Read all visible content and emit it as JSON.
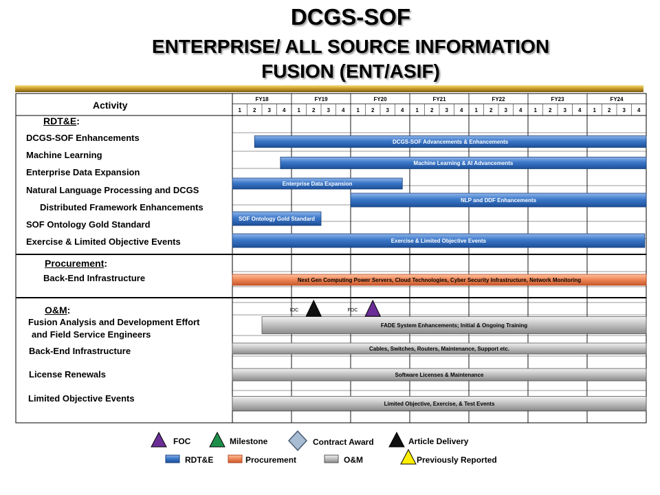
{
  "title": {
    "line1": "DCGS-SOF",
    "line2": "ENTERPRISE/ ALL SOURCE INFORMATION",
    "line3": "FUSION (ENT/ASIF)"
  },
  "header": {
    "activity": "Activity"
  },
  "colors": {
    "rdte": "#3b78c9",
    "procurement": "#f08a5a",
    "om": "#c4c4c4",
    "foc": "#6a2e96",
    "milestone": "#1d8f4a",
    "contract_award": "#a8bcd4",
    "article_delivery": "#111111",
    "previously_reported": "#ffee00"
  },
  "sections": {
    "rdte": "RDT&E",
    "procurement": "Procurement",
    "om": "O&M",
    "colon": ":"
  },
  "rows": {
    "r1": "DCGS-SOF Enhancements",
    "r2": "Machine Learning",
    "r3": "Enterprise Data Expansion",
    "r4a": "Natural Language Processing and DCGS",
    "r4b": "Distributed Framework Enhancements",
    "r5": "SOF Ontology Gold Standard",
    "r6": "Exercise & Limited Objective Events",
    "p1": "Back-End Infrastructure",
    "o1a": "Fusion Analysis  and Development Effort",
    "o1b": "and Field Service Engineers",
    "o2": "Back-End Infrastructure",
    "o3": "License Renewals",
    "o4": "Limited Objective Events"
  },
  "legend": {
    "foc": "FOC",
    "milestone": "Milestone",
    "contract_award": "Contract Award",
    "article_delivery": "Article Delivery",
    "rdte": "RDT&E",
    "procurement": "Procurement",
    "om": "O&M",
    "previously_reported": "Previously Reported"
  },
  "chart_data": {
    "type": "gantt",
    "fiscal_years": [
      "FY18",
      "FY19",
      "FY20",
      "FY21",
      "FY22",
      "FY23",
      "FY24"
    ],
    "quarters": [
      "1",
      "2",
      "3",
      "4"
    ],
    "bars": [
      {
        "label": "DCGS-SOF Advancements & Enhancements",
        "category": "rdte",
        "start": 1.5,
        "end": 28
      },
      {
        "label": "Machine Learning & AI Advancements",
        "category": "rdte",
        "start": 3.25,
        "end": 28
      },
      {
        "label": "Enterprise Data Expansion",
        "category": "rdte",
        "start": 0,
        "end": 11.5
      },
      {
        "label": "NLP and DDF Enhancements",
        "category": "rdte",
        "start": 8,
        "end": 28
      },
      {
        "label": "SOF Ontology Gold Standard",
        "category": "rdte",
        "start": 0,
        "end": 6
      },
      {
        "label": "Exercise & Limited Objective Events",
        "category": "rdte",
        "start": 0,
        "end": 27.9
      },
      {
        "label": "Next Gen Computing Power  Servers, Cloud Technologies, Cyber Security Infrastructure, Network Monitoring",
        "category": "procurement",
        "start": 0,
        "end": 28
      },
      {
        "label": "FADE System Enhancements; Initial & Ongoing Training",
        "category": "om",
        "start": 2,
        "end": 28
      },
      {
        "label": "Cables, Switches, Routers, Maintenance, Support etc.",
        "category": "om",
        "start": 0,
        "end": 28
      },
      {
        "label": "Software Licenses & Maintenance",
        "category": "om",
        "start": 0,
        "end": 28
      },
      {
        "label": "Limited Objective, Exercise, & Test Events",
        "category": "om",
        "start": 0,
        "end": 28
      }
    ],
    "milestones": [
      {
        "label": "IOC",
        "type": "article_delivery",
        "quarter": 5.5
      },
      {
        "label": "FOC",
        "type": "foc",
        "quarter": 9.5
      }
    ]
  }
}
